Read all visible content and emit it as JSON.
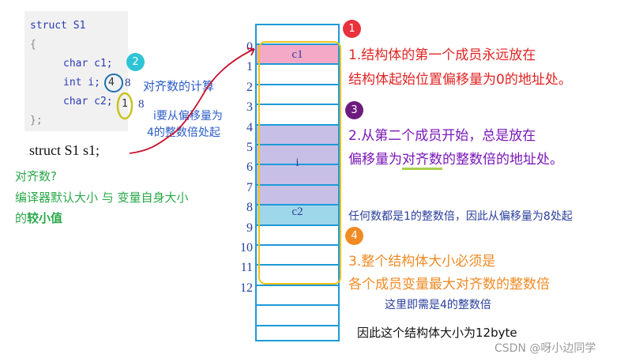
{
  "code": {
    "line1": "struct S1",
    "line2": "{",
    "line3": "char c1;",
    "line4": "int i;",
    "line4_num": "4",
    "line5": "char c2;",
    "line5_num": "1",
    "line6": "};"
  },
  "code_side_nums": {
    "int_align": "8",
    "char_align": "8"
  },
  "declaration": "struct S1 s1;",
  "notes": {
    "align_calc": "对齐数的计算",
    "i_note_line1": "i要从偏移量为",
    "i_note_line2": "4的整数倍处起",
    "align_def_q": "对齐数?",
    "align_def_line2": "编译器默认大小 与 变量自身大小",
    "align_def_line3_prefix": "的",
    "align_def_line3_bold": "较小值"
  },
  "memory": {
    "offsets": [
      "0",
      "1",
      "2",
      "3",
      "4",
      "5",
      "6",
      "7",
      "8",
      "9",
      "10",
      "11",
      "12"
    ],
    "labels": {
      "c1": "c1",
      "i": "i",
      "c2": "c2"
    },
    "colors": {
      "c1": "#f4a9c6",
      "i": "#c7bfe6",
      "c2": "#9fd7ea",
      "cell_border": "#1e9ad8",
      "group_border": "#f0c419"
    }
  },
  "badges": [
    {
      "num": "1",
      "color": "#e8323c"
    },
    {
      "num": "2",
      "color": "#2ec4d6"
    },
    {
      "num": "3",
      "color": "#6e1b7e"
    },
    {
      "num": "4",
      "color": "#f08a24"
    }
  ],
  "rules": {
    "r1_line1": "1.结构体的第一个成员永远放在",
    "r1_line2": "结构体起始位置偏移量为0的地址处。",
    "r2_line1": "2.从第二个成员开始，总是放在",
    "r2_line2_a": "偏移量为",
    "r2_line2_b": "对齐数",
    "r2_line2_c": "的整数倍的地址处。",
    "r2_note": "任何数都是1的整数倍，因此从偏移量为8处起",
    "r3_line1": "3.整个结构体大小必须是",
    "r3_line2": "各个成员变量最大对齐数的整数倍",
    "r3_note": "这里即需是4的整数倍",
    "conclusion": "因此这个结构体大小为12byte"
  },
  "watermark": "CSDN @呀小边同学"
}
